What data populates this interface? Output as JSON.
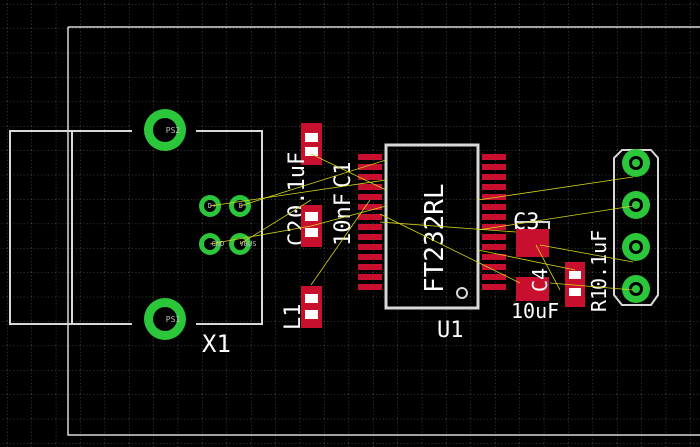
{
  "board": {
    "colors": {
      "background": "#000000",
      "grid": "#6e6e6e",
      "outline": "#d8d8d8",
      "silkscreen": "#ffffff",
      "smd_pad": "#c8102e",
      "via_pad": "#2cc63a",
      "airwire": "#d4d41a"
    }
  },
  "components": {
    "x1": {
      "name": "X1",
      "pads": {
        "shield_top": "PS2",
        "shield_bottom": "PS1",
        "d_plus": "D+",
        "d_minus": "D-",
        "gnd": "GND",
        "vbus": "VBUS"
      }
    },
    "c2": {
      "name": "C2",
      "value": "0.1uF"
    },
    "c1": {
      "name": "C1",
      "value": "10nF"
    },
    "l1": {
      "name": "L1"
    },
    "u1": {
      "name": "U1",
      "value": "FT232RL"
    },
    "c3": {
      "name": "C3"
    },
    "c4": {
      "name": "C4",
      "value": "10uF"
    },
    "r1": {
      "name": "R1",
      "value": "0.1uF"
    },
    "jp1": {
      "pins": 4
    }
  }
}
